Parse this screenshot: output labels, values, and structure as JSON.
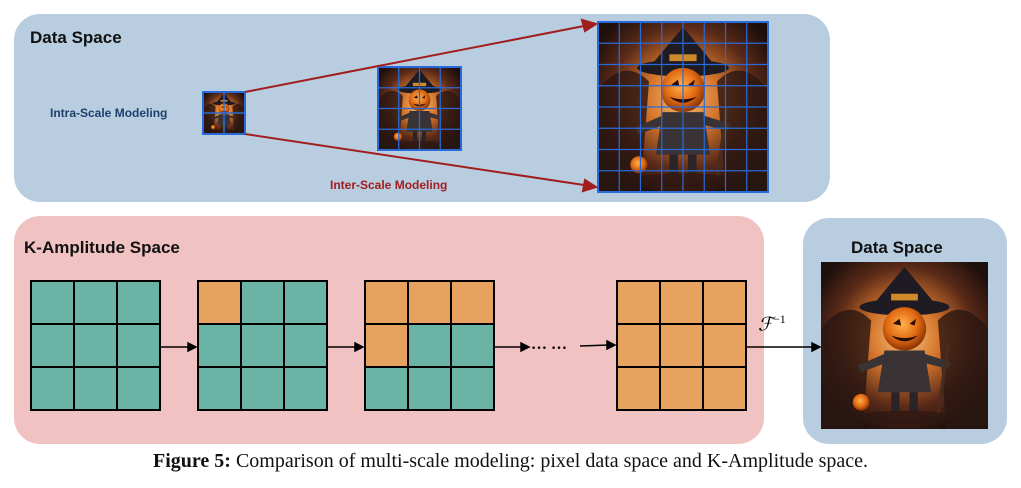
{
  "top_panel": {
    "title": "Data Space",
    "intra_label": "Intra-Scale Modeling",
    "inter_label": "Inter-Scale Modeling"
  },
  "bottom_panel": {
    "title": "K-Amplitude Space",
    "ellipsis": "… …",
    "grids": [
      {
        "filled": 0
      },
      {
        "filled": 1
      },
      {
        "filled": 4
      },
      {
        "filled": 9
      }
    ]
  },
  "right_panel": {
    "title": "Data Space",
    "transform_label": "ℱ",
    "transform_exponent": "−1"
  },
  "caption": {
    "prefix": "Figure 5:",
    "text": " Comparison of multi-scale modeling: pixel data space and K-Amplitude space."
  },
  "colors": {
    "teal": "#6ab3a5",
    "orange": "#e8a25f",
    "top_panel_bg": "#b9cde0",
    "bottom_panel_bg": "#f0c2c2",
    "arrow_red": "#a01e1e",
    "label_blue": "#1e3f6d"
  }
}
